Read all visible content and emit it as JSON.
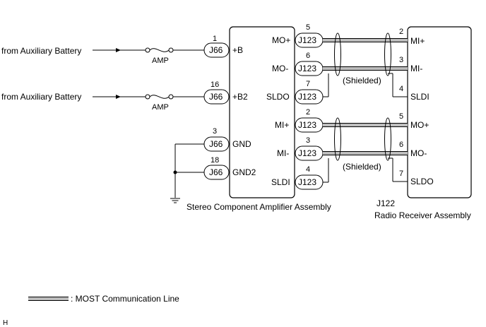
{
  "sources": [
    {
      "label": "from Auxiliary Battery",
      "fuse": "AMP"
    },
    {
      "label": "from Auxiliary Battery",
      "fuse": "AMP"
    }
  ],
  "amplifier": {
    "name": "Stereo Component Amplifier Assembly",
    "left_pins": [
      {
        "pin": "1",
        "connector": "J66",
        "signal": "+B"
      },
      {
        "pin": "16",
        "connector": "J66",
        "signal": "+B2"
      },
      {
        "pin": "3",
        "connector": "J66",
        "signal": "GND"
      },
      {
        "pin": "18",
        "connector": "J66",
        "signal": "GND2"
      }
    ],
    "right_pins": [
      {
        "pin": "5",
        "connector": "J123",
        "signal": "MO+"
      },
      {
        "pin": "6",
        "connector": "J123",
        "signal": "MO-"
      },
      {
        "pin": "7",
        "connector": "J123",
        "signal": "SLDO"
      },
      {
        "pin": "2",
        "connector": "J123",
        "signal": "MI+"
      },
      {
        "pin": "3",
        "connector": "J123",
        "signal": "MI-"
      },
      {
        "pin": "4",
        "connector": "J123",
        "signal": "SLDI"
      }
    ]
  },
  "receiver": {
    "connector": "J122",
    "name": "Radio Receiver Assembly",
    "pins": [
      {
        "pin": "2",
        "signal": "MI+"
      },
      {
        "pin": "3",
        "signal": "MI-"
      },
      {
        "pin": "4",
        "signal": "SLDI"
      },
      {
        "pin": "5",
        "signal": "MO+"
      },
      {
        "pin": "6",
        "signal": "MO-"
      },
      {
        "pin": "7",
        "signal": "SLDO"
      }
    ]
  },
  "shield_labels": [
    "(Shielded)",
    "(Shielded)"
  ],
  "legend": {
    "text": ": MOST Communication Line"
  },
  "corner_mark": "H",
  "colors": {
    "most_line": "#bdbdbd",
    "ink": "#000000"
  }
}
